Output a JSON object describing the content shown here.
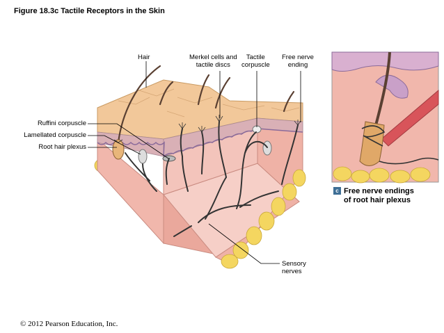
{
  "title": "Figure 18.3c  Tactile Receptors in the Skin",
  "labels": {
    "hair": "Hair",
    "merkel_line1": "Merkel cells and",
    "merkel_line2": "tactile discs",
    "tactile_line1": "Tactile",
    "tactile_line2": "corpuscle",
    "free_line1": "Free nerve",
    "free_line2": "ending",
    "ruffini": "Ruffini corpuscle",
    "lamellated": "Lamellated corpuscle",
    "root_hair": "Root hair plexus",
    "sensory_line1": "Sensory",
    "sensory_line2": "nerves"
  },
  "inset_caption": {
    "badge": "c",
    "line1": "Free nerve endings",
    "line2": "of root hair plexus"
  },
  "copyright": "© 2012 Pearson Education, Inc.",
  "colors": {
    "epidermis": "#f2c89a",
    "dermis": "#f1b7ac",
    "basal": "#b89ab8",
    "fat": "#f4d660",
    "nerve": "#333333",
    "caption_badge": "#3e6f96"
  }
}
